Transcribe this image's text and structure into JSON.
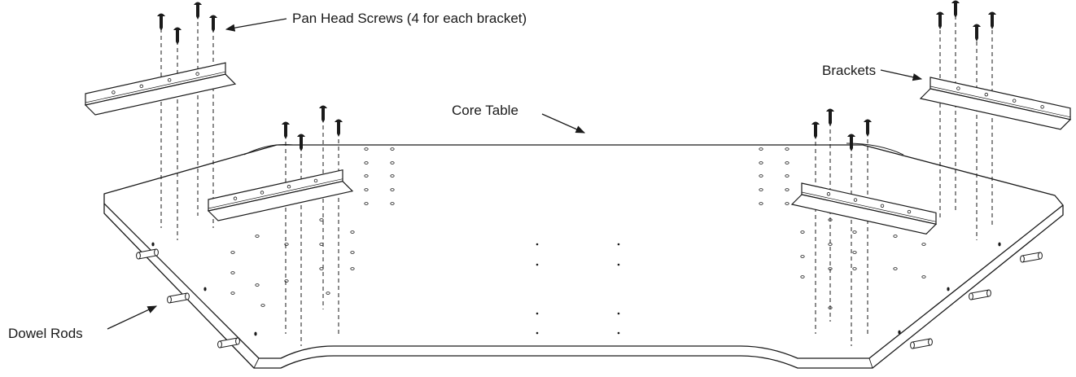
{
  "diagram": {
    "callouts": {
      "screws": "Pan Head Screws (4 for each bracket)",
      "brackets": "Brackets",
      "core_table": "Core Table",
      "dowel_rods": "Dowel Rods"
    },
    "parts": [
      "core-table",
      "bracket",
      "bracket",
      "bracket",
      "bracket",
      "pan-head-screw",
      "dowel-rod"
    ],
    "counts": {
      "brackets": 4,
      "screws_per_bracket": 4,
      "dowel_rods": 6
    }
  }
}
